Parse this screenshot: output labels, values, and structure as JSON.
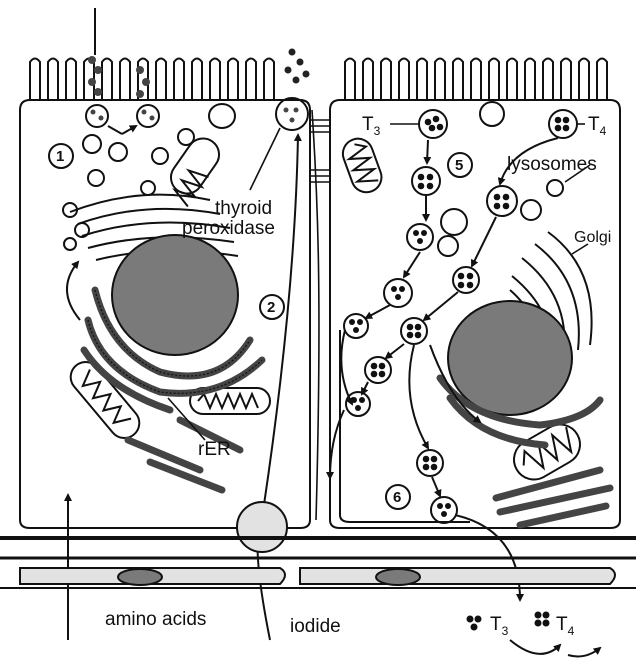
{
  "labels": {
    "thyroid": "thyroid",
    "peroxidase": "peroxidase",
    "lysosomes": "lysosomes",
    "golgi": "Golgi",
    "rer": "rER",
    "amino_acids": "amino acids",
    "iodide": "iodide",
    "t3_base": "T",
    "t3_sub": "3",
    "t4_base": "T",
    "t4_sub": "4"
  },
  "steps": [
    "1",
    "2",
    "5",
    "6"
  ],
  "colors": {
    "ink": "#111111",
    "nucleus": "#7a7a7a",
    "rer": "#555555",
    "capillary": "#e2e2e2"
  }
}
